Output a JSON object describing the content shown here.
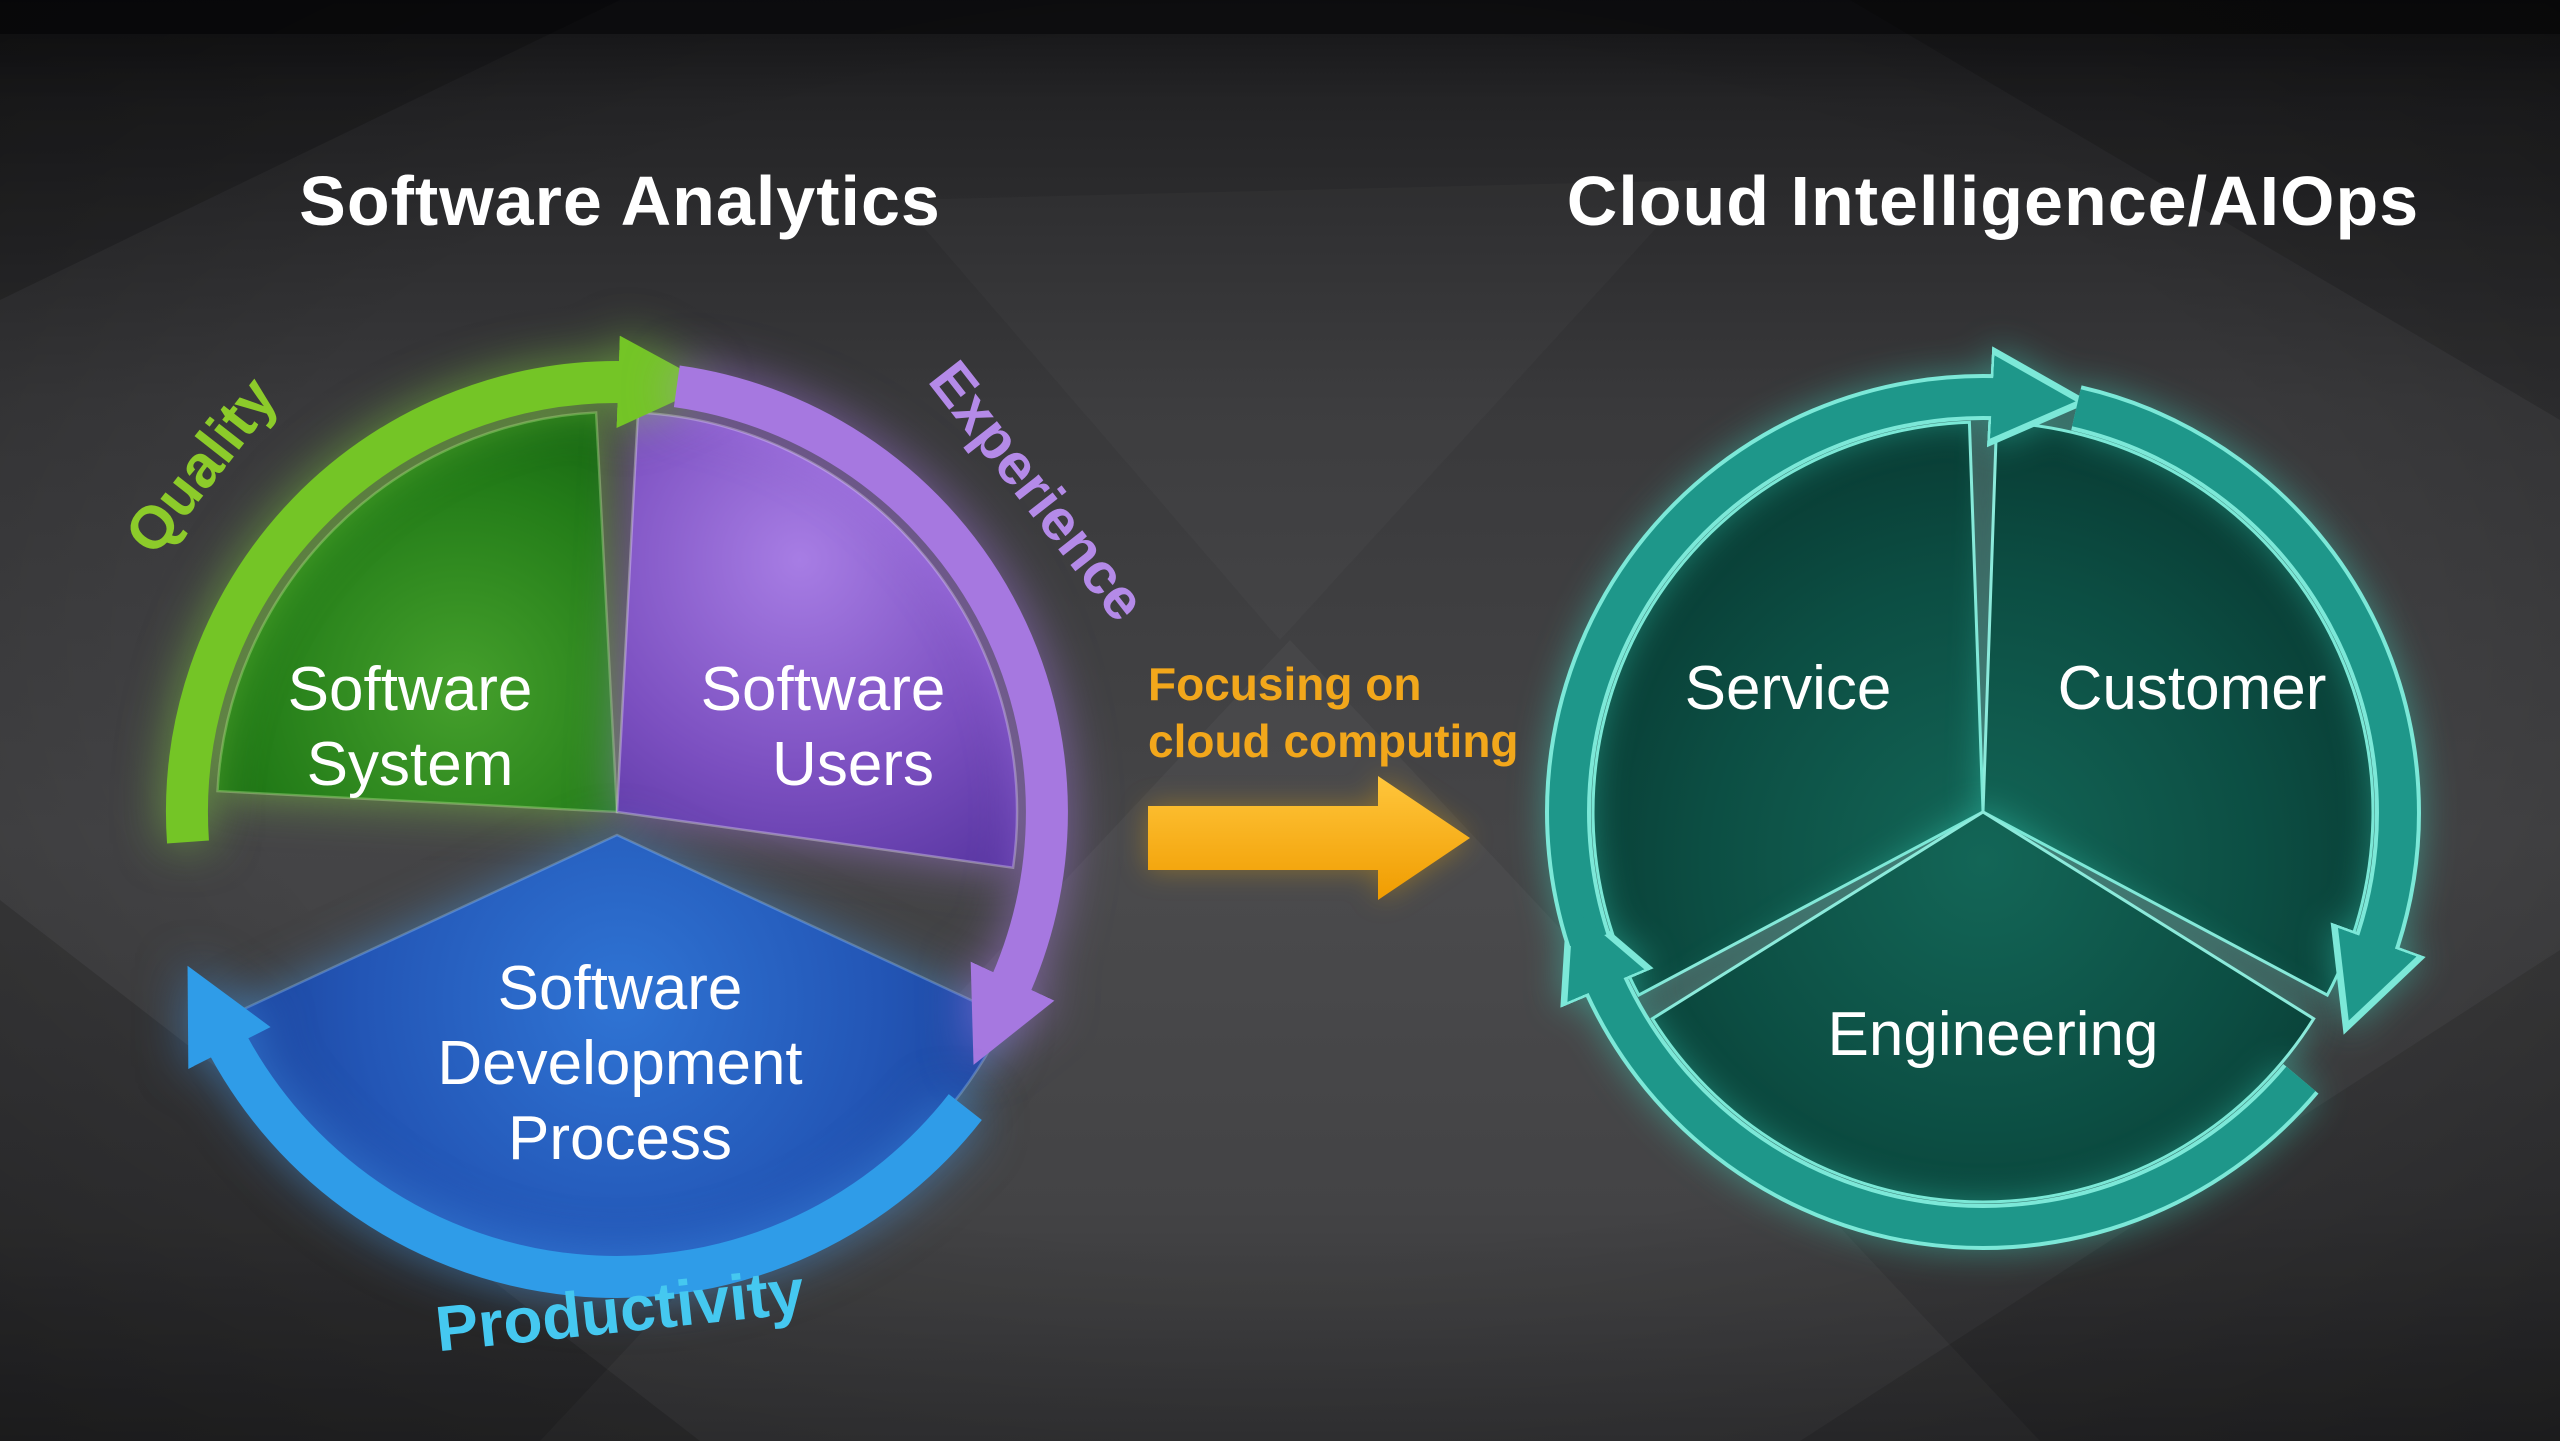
{
  "titles": {
    "left": "Software Analytics",
    "right": "Cloud Intelligence/AIOps"
  },
  "left_diagram": {
    "arrow_labels": {
      "quality": "Quality",
      "experience": "Experience",
      "productivity": "Productivity"
    },
    "segments": {
      "system": {
        "line1": "Software",
        "line2": "System"
      },
      "users": {
        "line1": "Software",
        "line2": "Users"
      },
      "process": {
        "line1": "Software",
        "line2": "Development",
        "line3": "Process"
      }
    },
    "colors": {
      "quality_text": "#8ccb2a",
      "experience_text": "#b48ae8",
      "productivity_text": "#45c8f0",
      "system_fill": "#237c18",
      "users_fill": "#7b4fc0",
      "process_fill": "#2356b6",
      "quality_arrow": "#74c526",
      "experience_arrow": "#a678e0",
      "productivity_arrow": "#2f9ce8"
    }
  },
  "transition": {
    "line1": "Focusing on",
    "line2": "cloud computing",
    "text_color": "#f2a71b",
    "arrow_color": "#ffb200"
  },
  "right_diagram": {
    "segments": {
      "service": "Service",
      "customer": "Customer",
      "engineering": "Engineering"
    },
    "colors": {
      "ring": "#1e978a",
      "ring_outline": "#7ce8d8",
      "disc_fill": "#0c4e43",
      "disc_outline": "#8ceadb"
    }
  }
}
